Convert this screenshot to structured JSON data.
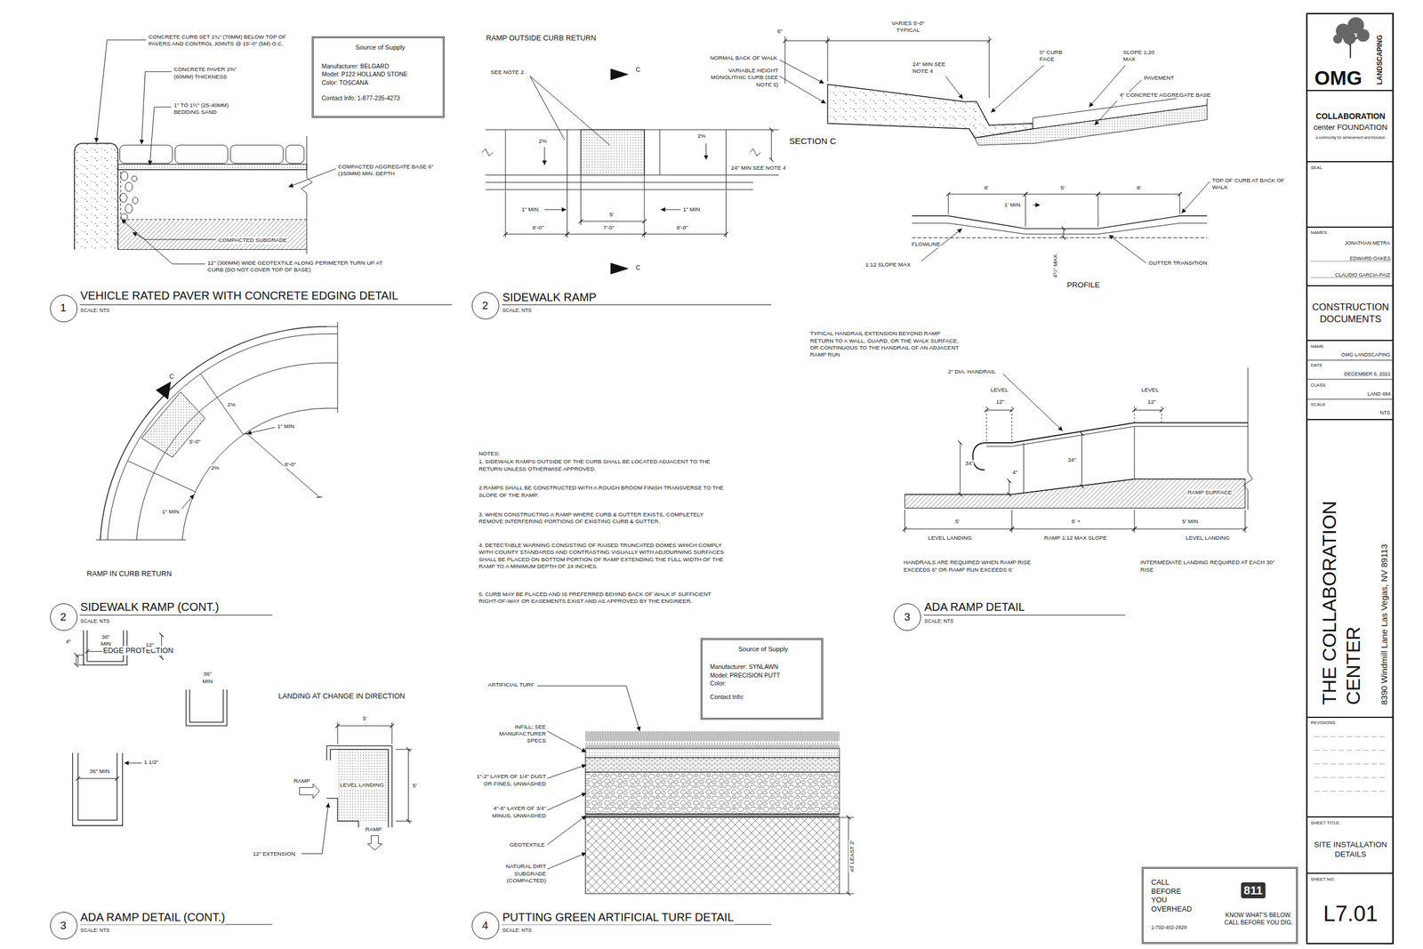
{
  "diagram": {
    "nodes": [
      {
        "text": [
          "Source of Supply",
          "Manufacturer: BELGARD",
          "Model: P122 HOLLAND STONE",
          "Color: TOSCANA",
          "Contact Info: 1-877-235-4273"
        ]
      },
      {
        "text": [
          "Source of Supply",
          "Manufacturer: SYNLAWN",
          "Model: PRECISION PUTT",
          "Color:",
          "Contact Info:"
        ]
      },
      {
        "text": [
          "1"
        ]
      },
      {
        "text": [
          "2"
        ]
      },
      {
        "text": [
          "2"
        ]
      },
      {
        "text": [
          "3"
        ]
      },
      {
        "text": [
          "3"
        ]
      },
      {
        "text": [
          "4"
        ]
      },
      {
        "text": [
          "OMG",
          "LANDSCAPING"
        ]
      },
      {
        "text": [
          "COLLABORATION",
          "center FOUNDATION",
          "a community for achievement and inclusion"
        ]
      },
      {
        "text": [
          "SEAL"
        ]
      },
      {
        "text": [
          "NAMES",
          "JONATHAN METRA",
          "EDWARD OAKES",
          "CLAUDIO GARCIA-PAIZ"
        ]
      },
      {
        "text": [
          "CONSTRUCTION DOCUMENTS"
        ]
      },
      {
        "text": [
          "NAME",
          "OMG LANDSCAPING",
          "DATE",
          "DECEMBER 6, 2021",
          "CLASS",
          "LAND 484",
          "SCALE",
          "NTS"
        ]
      },
      {
        "text": [
          "THE COLLABORATION CENTER",
          "8390 Windmill Lane Las Vegas, NV 89113"
        ]
      },
      {
        "text": [
          "REVISIONS"
        ]
      },
      {
        "text": [
          "SHEET TITLE:",
          "SITE INSTALLATION DETAILS"
        ]
      },
      {
        "text": [
          "SHEET NO.",
          "L7.01"
        ]
      },
      {
        "text": [
          "CALL BEFORE YOU OVERHEAD",
          "1-702-402-2929",
          "811",
          "KNOW WHAT'S BELOW. CALL BEFORE YOU DIG."
        ]
      }
    ],
    "labels": [
      "CONCRETE CURB SET 2¾\" (70MM) BELOW TOP OF PAVERS AND CONTROL JOINTS @ 15'-0\" (5M) O.C.",
      "CONCRETE PAVER 2⅜\" (60MM) THICKNESS",
      "1\" TO 1½\" (25-40MM) BEDDING SAND",
      "COMPACTED AGGREGATE BASE 6\" (150MM) MIN. DEPTH",
      "COMPACTED SUBGRADE",
      "12\" (300MM) WIDE GEOTEXTILE ALONG PERIMETER TURN UP AT CURB (DO NOT COVER TOP OF BASE)",
      "VEHICLE RATED PAVER WITH CONCRETE EDGING DETAIL",
      "SCALE: NTS",
      "RAMP OUTSIDE CURB RETURN",
      "SEE NOTE 2",
      "C",
      "2%",
      "2%",
      "24\" MIN SEE NOTE 4",
      "1\" MIN",
      "1\" MIN",
      "5'",
      "8'-0\"",
      "7'-0\"",
      "8'-0\"",
      "C",
      "SIDEWALK RAMP",
      "SCALE: NTS",
      "6\"",
      "VARIES 5'-0\" TYPICAL",
      "NORMAL BACK OF WALK",
      "VARIABLE HEIGHT MONOLITHIC CURB (SEE NOTE 5)",
      "24\" MIN SEE NOTE 4",
      "0\" CURB FACE",
      "SLOPE 1:20 MAX",
      "PAVEMENT",
      "4\" CONCRETE AGGREGATE BASE",
      "SECTION C",
      "8'",
      "5'",
      "8'",
      "1' MIN",
      "TOP OF CURB AT BACK OF WALK",
      "FLOWLINE",
      "1:12 SLOPE MAX",
      "4½\" MAX.",
      "GUTTER TRANSITION",
      "PROFILE",
      "C",
      "2%",
      "5'-0\"",
      "2%",
      "1\" MIN",
      "8'-0\"",
      "1\" MIN",
      "RAMP IN CURB RETURN",
      "SIDEWALK RAMP (CONT.)",
      "SCALE: NTS",
      "NOTES:",
      "1. SIDEWALK RAMPS OUTSIDE OF THE CURB SHALL BE LOCATED ADJACENT TO THE RETURN UNLESS OTHERWISE APPROVED.",
      "2.RAMPS SHALL BE CONSTRUCTED WITH A ROUGH BROOM FINISH TRANSVERSE TO THE SLOPE OF THE RAMP.",
      "3. WHEN CONSTRUCTING A RAMP WHERE CURB & GUTTER EXISTS, COMPLETELY REMOVE INTERFERING PORTIONS OF EXISTING CURB & GUTTER.",
      "4. DETECTABLE WARNING CONSISTING OF RAISED TRUNCATED DOMES WHICH COMPLY WITH COUNTY STANDARDS AND CONTRASTING VISUALLY WITH ADJOURNING SURFACES SHALL BE PLACED ON BOTTOM PORTION OF RAMP EXTENDING THE FULL WIDTH OF THE RAMP TO A MINIMUM DEPTH OF 24 INCHES.",
      "5. CURB MAY BE PLACED AND IS PREFERRED BEHIND BACK OF WALK IF SUFFICIENT RIGHT-OF-WAY OR EASEMENTS EXIST AND AS APPROVED BY THE ENGINEER.",
      "TYPICAL HANDRAIL EXTENSION BEYOND RAMP RETURN TO A WALL, GUARD, OR THE WALK SURFACE, OR CONTINUOUS TO THE HANDRAIL OF AN ADJACENT RAMP RUN",
      "2\" DIA. HANDRAIL",
      "LEVEL",
      "12\"",
      "LEVEL",
      "12\"",
      "34\"",
      "4\"",
      "34\"",
      "RAMP SURFACE",
      "5'",
      "6' +",
      "5' MIN",
      "LEVEL LANDING",
      "RAMP 1:12 MAX SLOPE",
      "LEVEL LANDING",
      "HANDRAILS ARE REQUIRED WHEN RAMP RISE EXCEEDS 6\" OR RAMP RUN EXCEEDS 6'",
      "INTERMEDIATE LANDING REQUIRED AT EACH 30\" RISE",
      "ADA RAMP DETAIL",
      "SCALE: NTS",
      "EDGE PROTECTION",
      "4\"",
      "36\" MIN",
      "12\"",
      "36\" MIN",
      "36\" MIN",
      "1 1/2\"",
      "LANDING AT CHANGE IN DIRECTION",
      "5'",
      "RAMP",
      "LEVEL LANDING",
      "5'",
      "RAMP",
      "12\" EXTENSION",
      "ADA RAMP DETAIL (CONT.)",
      "SCALE: NTS",
      "ARTIFICIAL TURF",
      "INFILL; SEE MANUFACTURER SPECS",
      "1\"-2\" LAYER OF 1/4\" DUST OR FINES, UNWASHED",
      "4\"-6\" LAYER OF 3/4\" MINUS, UNWASHED",
      "GEOTEXTILE",
      "NATURAL DIRT SUBGRADE (COMPACTED)",
      "AT LEAST 2'",
      "PUTTING GREEN ARTIFICIAL TURF DETAIL",
      "SCALE: NTS"
    ]
  }
}
